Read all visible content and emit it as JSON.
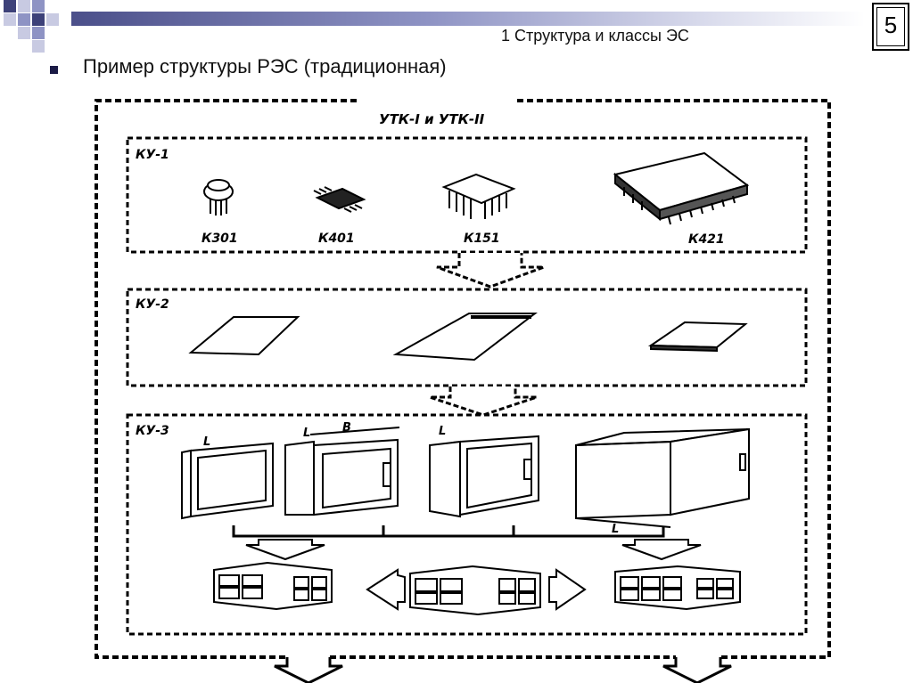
{
  "slide": {
    "header_title": "1 Структура и классы ЭС",
    "page_number": "5",
    "bullet_text": "Пример структуры РЭС (традиционная)"
  },
  "diagram": {
    "outer_label": "УТК-I и УТК-II",
    "levels": [
      {
        "label": "КУ-1",
        "items": [
          "К301",
          "К401",
          "К151",
          "К421"
        ]
      },
      {
        "label": "КУ-2"
      },
      {
        "label": "КУ-3",
        "dimension_labels": [
          "L",
          "L",
          "B",
          "L",
          "L"
        ]
      }
    ]
  }
}
